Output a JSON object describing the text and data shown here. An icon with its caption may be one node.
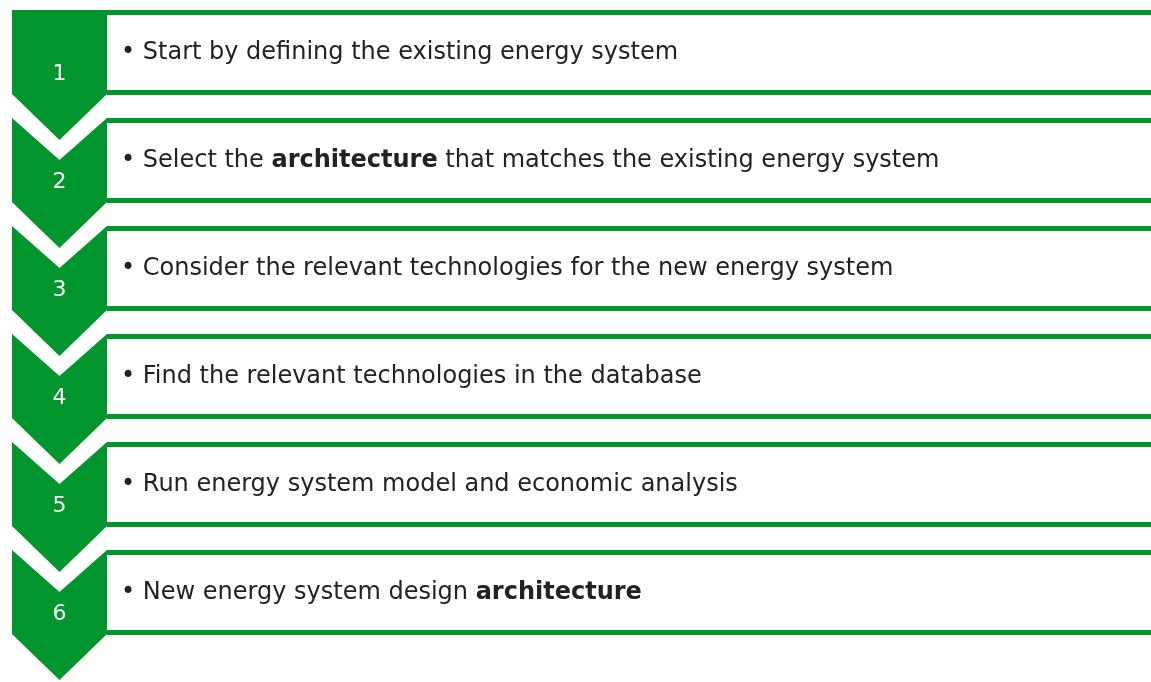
{
  "diagram": {
    "nodes": [
      {
        "text": [
          "1"
        ]
      },
      {
        "text": [
          "• Start by defining the existing energy system"
        ]
      },
      {
        "text": [
          "2"
        ]
      },
      {
        "text": [
          "• Select the **architecture** that matches the existing energy system"
        ]
      },
      {
        "text": [
          "3"
        ]
      },
      {
        "text": [
          "• Consider the relevant technologies for the new energy system"
        ]
      },
      {
        "text": [
          "4"
        ]
      },
      {
        "text": [
          "• Find the relevant technologies in the database"
        ]
      },
      {
        "text": [
          "5"
        ]
      },
      {
        "text": [
          "• Run energy system model and economic analysis"
        ]
      },
      {
        "text": [
          "6"
        ]
      },
      {
        "text": [
          "• New energy system design **architecture**"
        ]
      }
    ]
  }
}
